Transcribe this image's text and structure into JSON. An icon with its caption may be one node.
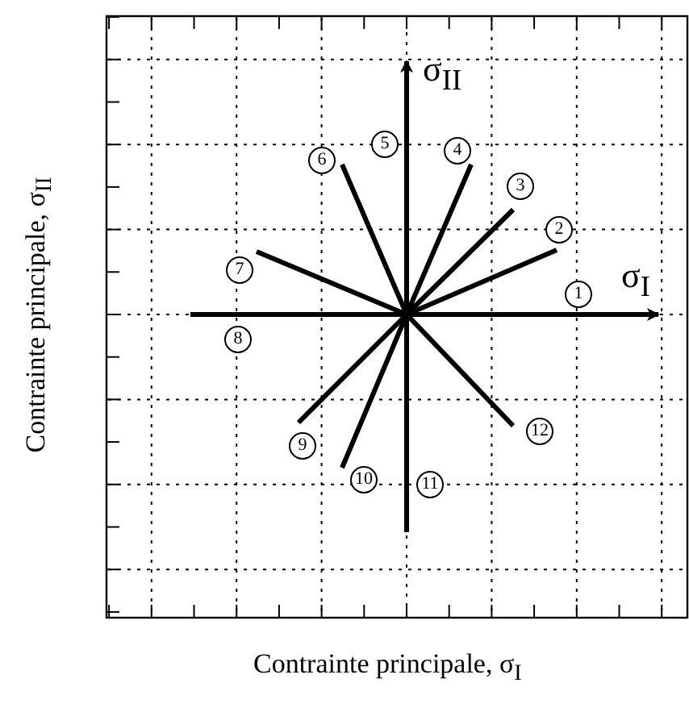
{
  "diagram": {
    "labels": [
      "σ$_{II}$",
      "σ$_{I}$",
      "1",
      "2",
      "3",
      "4",
      "5",
      "6",
      "7",
      "8",
      "9",
      "10",
      "11",
      "12",
      "Contrainte principale, σ$_{II}$",
      "Contrainte principale, σ$_{I}$"
    ]
  }
}
